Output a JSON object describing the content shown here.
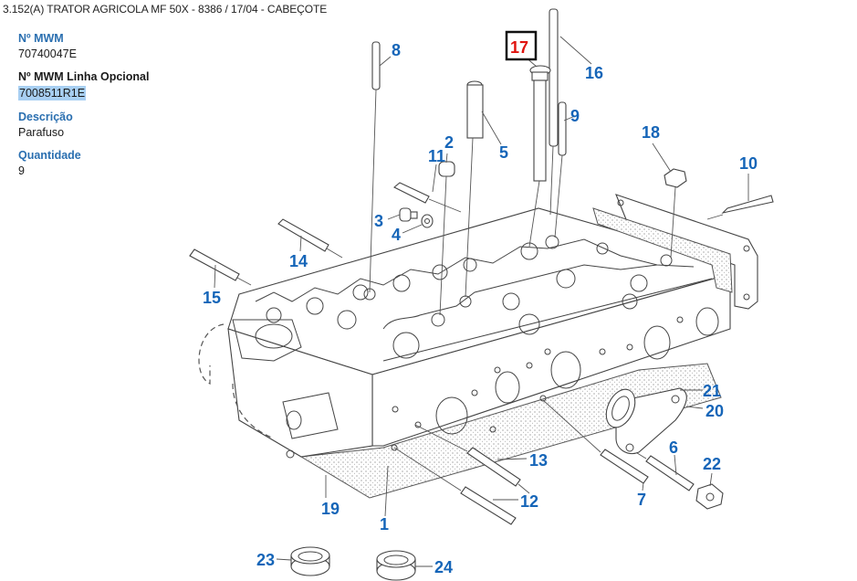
{
  "header": {
    "title": "3.152(A) TRATOR AGRICOLA MF 50X - 8386  /  17/04 - CABEÇOTE"
  },
  "part_info": {
    "mwm_label": "Nº MWM",
    "mwm_value": "70740047E",
    "optional_label": "Nº MWM Linha Opcional",
    "optional_value": "7008511R1E",
    "description_label": "Descrição",
    "description_value": "Parafuso",
    "quantity_label": "Quantidade",
    "quantity_value": "9"
  },
  "diagram": {
    "selected_part": "17",
    "label_color": "#1565b8",
    "selected_color": "#e0140f",
    "labels": [
      "1",
      "2",
      "3",
      "4",
      "5",
      "6",
      "7",
      "8",
      "9",
      "10",
      "11",
      "12",
      "13",
      "14",
      "15",
      "16",
      "17",
      "18",
      "19",
      "20",
      "21",
      "22",
      "23",
      "24"
    ]
  }
}
